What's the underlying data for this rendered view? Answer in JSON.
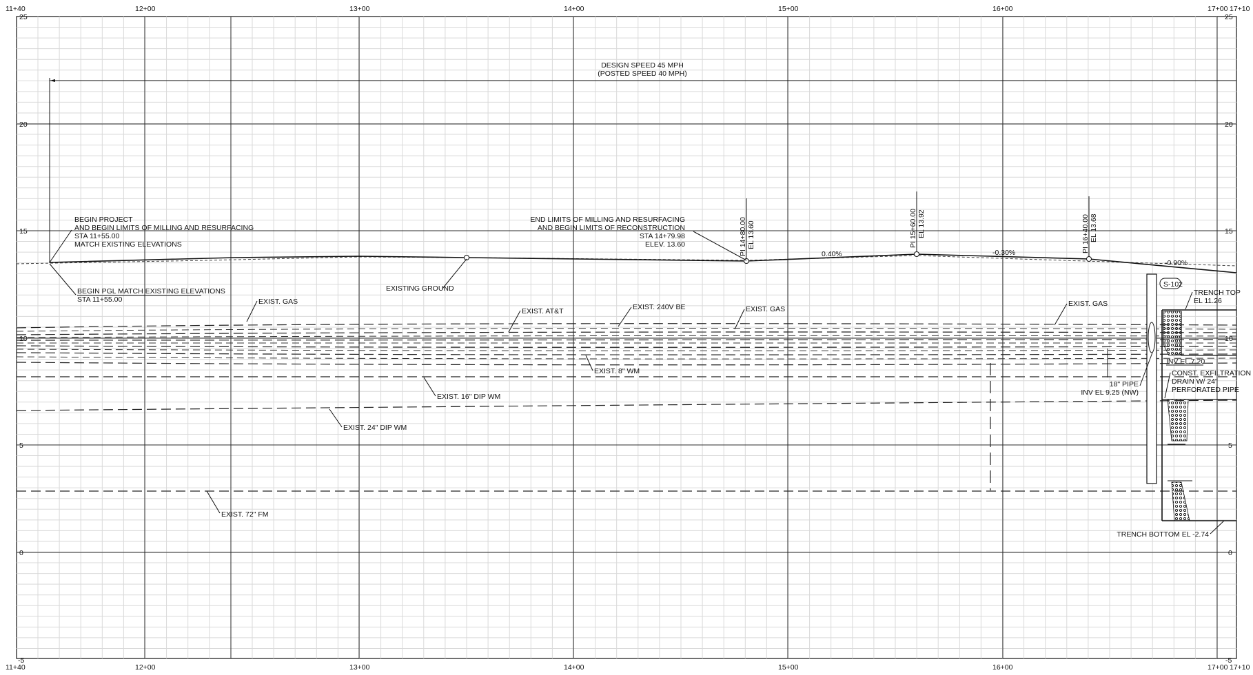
{
  "profile": {
    "station_labels": [
      "11+40",
      "12+00",
      "13+00",
      "14+00",
      "15+00",
      "16+00",
      "17+00",
      "17+10"
    ],
    "elevation_labels": [
      "25",
      "20",
      "15",
      "10",
      "5",
      "0",
      "-5"
    ],
    "design_speed": "DESIGN SPEED 45 MPH",
    "posted_speed": "(POSTED SPEED 40 MPH)",
    "begin_project": [
      "BEGIN PROJECT",
      "AND BEGIN LIMITS OF MILLING AND RESURFACING",
      "STA 11+55.00",
      "MATCH EXISTING ELEVATIONS"
    ],
    "begin_pgl": [
      "BEGIN PGL MATCH EXISTING ELEVATIONS",
      "STA 11+55.00"
    ],
    "end_limits": [
      "END LIMITS OF MILLING AND RESURFACING",
      "AND BEGIN LIMITS OF RECONSTRUCTION",
      "STA 14+79.98",
      "ELEV. 13.60"
    ],
    "existing_ground": "EXISTING GROUND",
    "pi_labels": [
      {
        "sta": "PI 14+80.00",
        "el": "EL 13.60"
      },
      {
        "sta": "PI 15+60.00",
        "el": "EL 13.92"
      },
      {
        "sta": "PI 16+40.00",
        "el": "EL 13.68"
      }
    ],
    "grades": [
      "0.40%",
      "-0.30%",
      "-0.90%"
    ],
    "utilities": {
      "gas1": "EXIST. GAS",
      "att": "EXIST. AT&T",
      "be": "EXIST. 240V BE",
      "gas2": "EXIST. GAS",
      "gas3": "EXIST. GAS",
      "wm8": "EXIST. 8\" WM",
      "wm16": "EXIST. 16\" DIP WM",
      "wm24": "EXIST. 24\" DIP WM",
      "fm72": "EXIST. 72\" FM"
    },
    "structure": {
      "tag": "S-102",
      "trench_top": [
        "TRENCH TOP",
        "EL 11.26"
      ],
      "inv_el": "INV EL 7.20",
      "exfil": [
        "CONST. EXFILTRATION",
        "DRAIN W/ 24\"",
        "PERFORATED PIPE"
      ],
      "pipe18": [
        "18\" PIPE",
        "INV EL 9.25 (NW)"
      ],
      "trench_bottom": "TRENCH BOTTOM EL -2.74"
    }
  }
}
